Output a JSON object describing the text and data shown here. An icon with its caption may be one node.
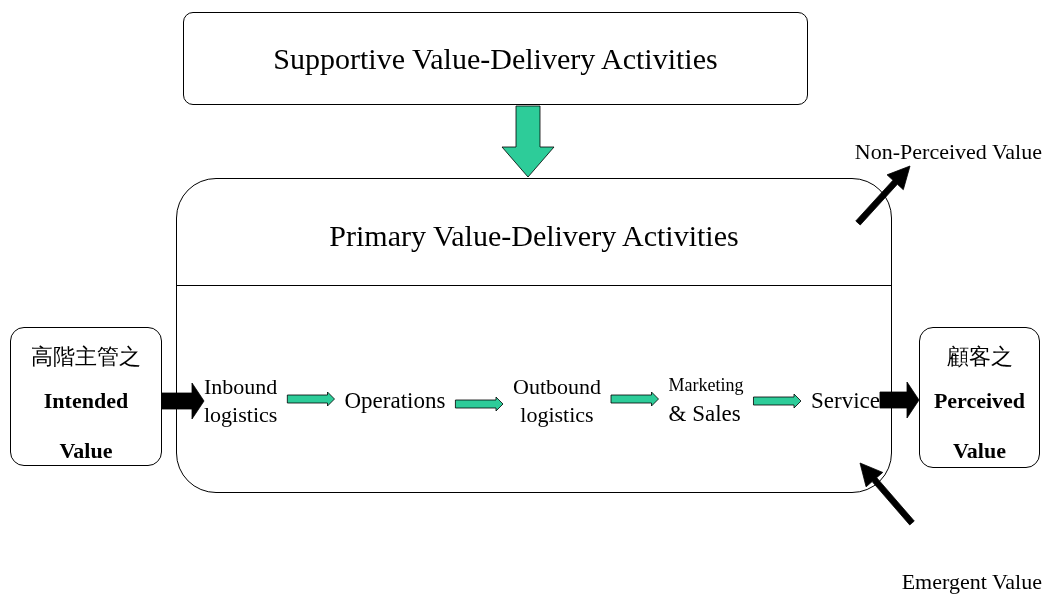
{
  "diagram": {
    "nodes": [
      {
        "text": [
          "Supportive Value-Delivery Activities"
        ]
      },
      {
        "text": [
          "Primary Value-Delivery Activities"
        ]
      },
      {
        "text": [
          "高階主管之",
          "Intended Value"
        ]
      },
      {
        "text": [
          "Inbound logistics"
        ],
        "in": 1
      },
      {
        "text": [
          "Operations"
        ],
        "in": 1
      },
      {
        "text": [
          "Outbound logistics"
        ],
        "in": 1
      },
      {
        "text": [
          "Marketing",
          "& Sales"
        ],
        "in": 1
      },
      {
        "text": [
          "Service"
        ],
        "in": 1
      },
      {
        "text": [
          "顧客之",
          "Perceived Value"
        ]
      },
      {
        "text": [
          "Non-Perceived Value"
        ]
      },
      {
        "text": [
          "Emergent Value"
        ]
      }
    ],
    "edges": [
      {
        "from": 0,
        "to": 1,
        "arrow": "to",
        "style": "thick"
      },
      {
        "from": 2,
        "to": 3,
        "arrow": "to",
        "style": "thick",
        "color": "#000000"
      },
      {
        "from": 3,
        "to": 4,
        "arrow": "to"
      },
      {
        "from": 4,
        "to": 5,
        "arrow": "to"
      },
      {
        "from": 5,
        "to": 6,
        "arrow": "to"
      },
      {
        "from": 6,
        "to": 7,
        "arrow": "to"
      },
      {
        "from": 7,
        "to": 8,
        "arrow": "to",
        "style": "thick",
        "color": "#000000"
      },
      {
        "from": 1,
        "to": 9,
        "arrow": "to",
        "color": "#000000"
      },
      {
        "from": 10,
        "to": 1,
        "arrow": "to",
        "color": "#000000"
      }
    ]
  }
}
